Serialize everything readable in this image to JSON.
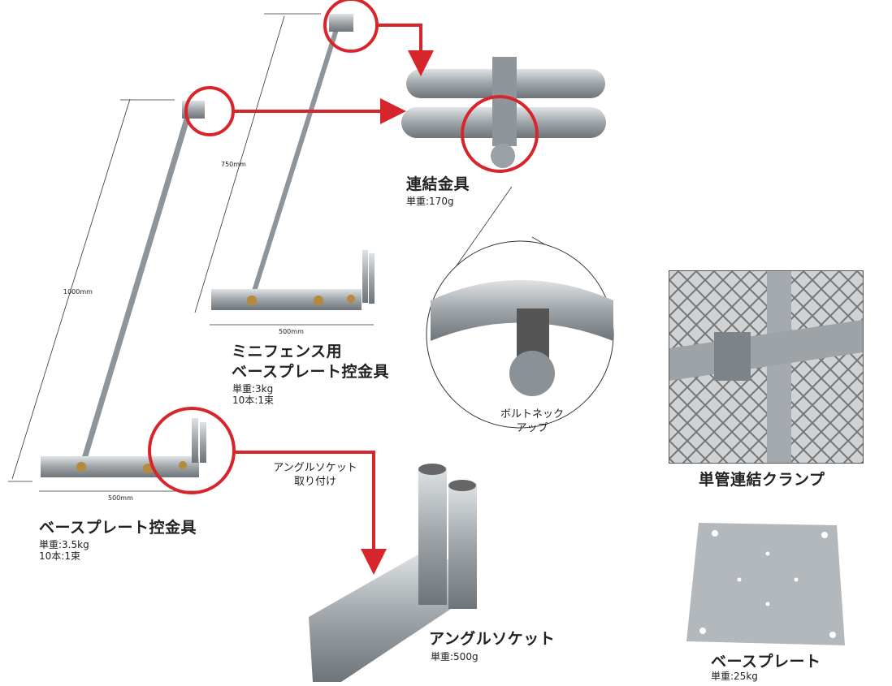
{
  "products": {
    "base_plate_brace": {
      "title": "ベースプレート控金具",
      "weight": "単重:3.5kg",
      "bundle": "10本:1束",
      "height_dim": "1000mm",
      "width_dim": "500mm"
    },
    "mini_brace": {
      "title_line1": "ミニフェンス用",
      "title_line2": "ベースプレート控金具",
      "weight": "単重:3kg",
      "bundle": "10本:1束",
      "height_dim": "750mm",
      "width_dim": "500mm"
    },
    "coupler": {
      "title": "連結金具",
      "weight": "単重:170g",
      "detail_line1": "ボルトネック",
      "detail_line2": "アップ"
    },
    "pipe_clamp": {
      "title": "単管連結クランプ"
    },
    "angle_socket": {
      "title": "アングルソケット",
      "weight": "単重:500g",
      "callout_line1": "アングルソケット",
      "callout_line2": "取り付け"
    },
    "base_plate": {
      "title": "ベースプレート",
      "weight": "単重:25kg"
    }
  },
  "colors": {
    "accent": "#d7262b",
    "metal": "#a9afb3"
  }
}
